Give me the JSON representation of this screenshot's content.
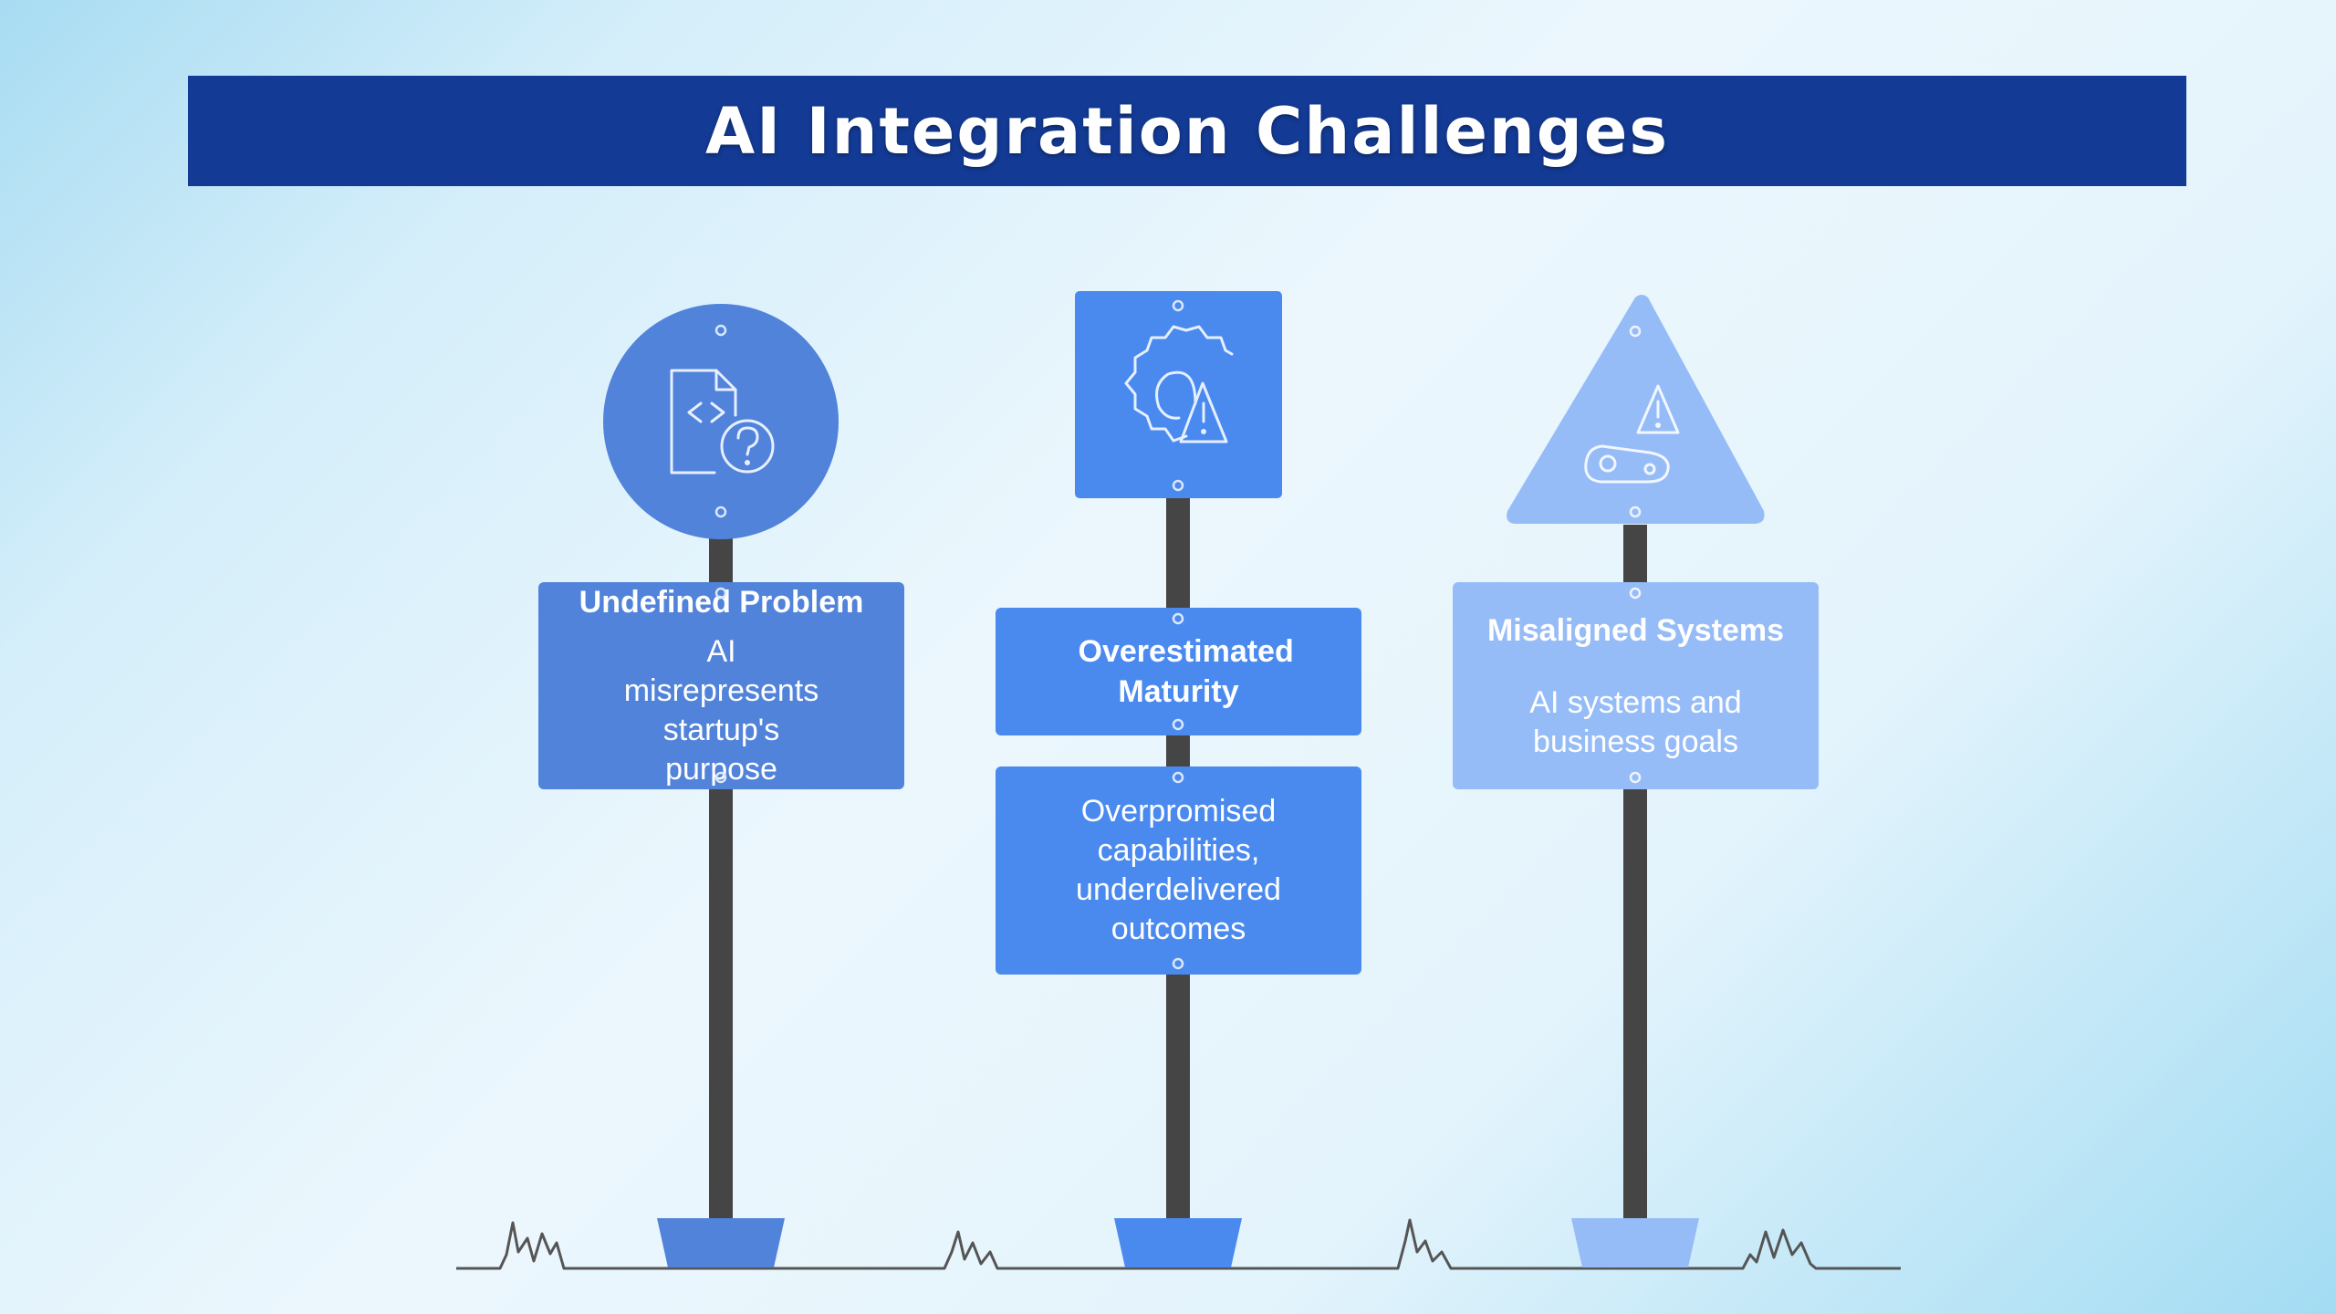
{
  "title": "AI Integration Challenges",
  "colors": {
    "title_bar": "#133a94",
    "sign_1": "#5183da",
    "sign_2": "#4a8aef",
    "sign_3": "#96bcf8",
    "post": "#454545"
  },
  "signs": [
    {
      "shape": "circle",
      "icon": "code-file-question-icon",
      "title": "Undefined Problem",
      "description": "AI misrepresents startup's purpose"
    },
    {
      "shape": "square",
      "icon": "gear-warning-icon",
      "title": "Overestimated Maturity",
      "description": "Overpromised capabilities, underdelivered outcomes"
    },
    {
      "shape": "triangle",
      "icon": "conveyor-warning-icon",
      "title": "Misaligned Systems",
      "description": "AI systems and business goals"
    }
  ]
}
